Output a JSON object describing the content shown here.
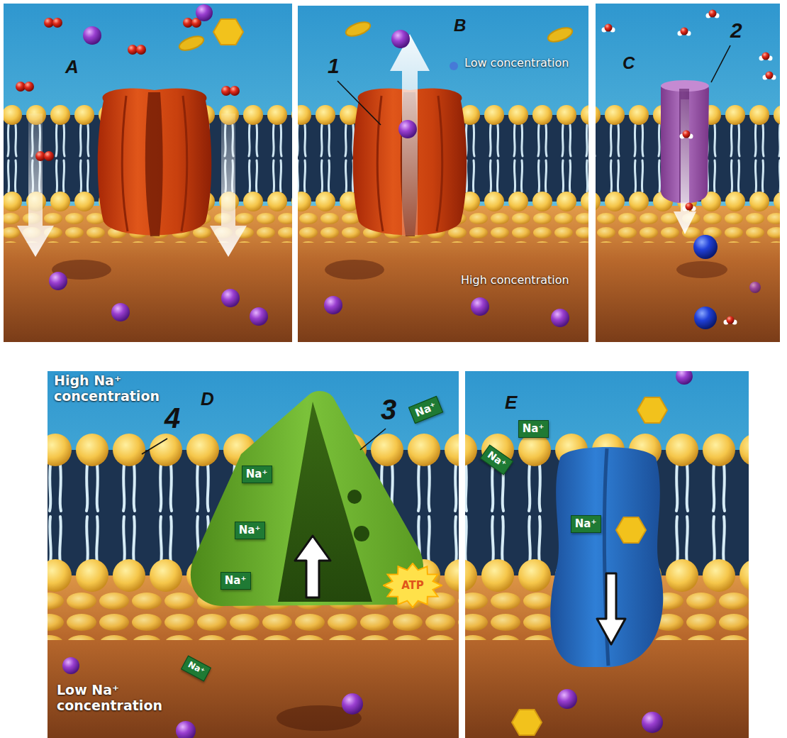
{
  "diagram": {
    "nodes": [
      {
        "text": [
          "A"
        ]
      },
      {
        "text": [
          "B",
          "Low concentration",
          "High concentration"
        ]
      },
      {
        "text": [
          "C"
        ]
      },
      {
        "text": [
          "D",
          "High Na⁺ concentration",
          "Low Na⁺ concentration"
        ]
      },
      {
        "text": [
          "Na⁺"
        ],
        "in": 3
      },
      {
        "text": [
          "Na⁺"
        ],
        "in": 3
      },
      {
        "text": [
          "Na⁺"
        ],
        "in": 3
      },
      {
        "text": [
          "Na⁺"
        ],
        "in": 3
      },
      {
        "text": [
          "ATP"
        ],
        "in": 3
      },
      {
        "text": [
          "Na⁺"
        ],
        "in": 3
      },
      {
        "text": [
          "E"
        ]
      },
      {
        "text": [
          "Na⁺"
        ],
        "in": 10
      },
      {
        "text": [
          "Na⁺"
        ],
        "in": 10
      },
      {
        "text": [
          "Na⁺"
        ],
        "in": 10
      }
    ],
    "labels": [
      "1",
      "2",
      "3",
      "4"
    ]
  }
}
